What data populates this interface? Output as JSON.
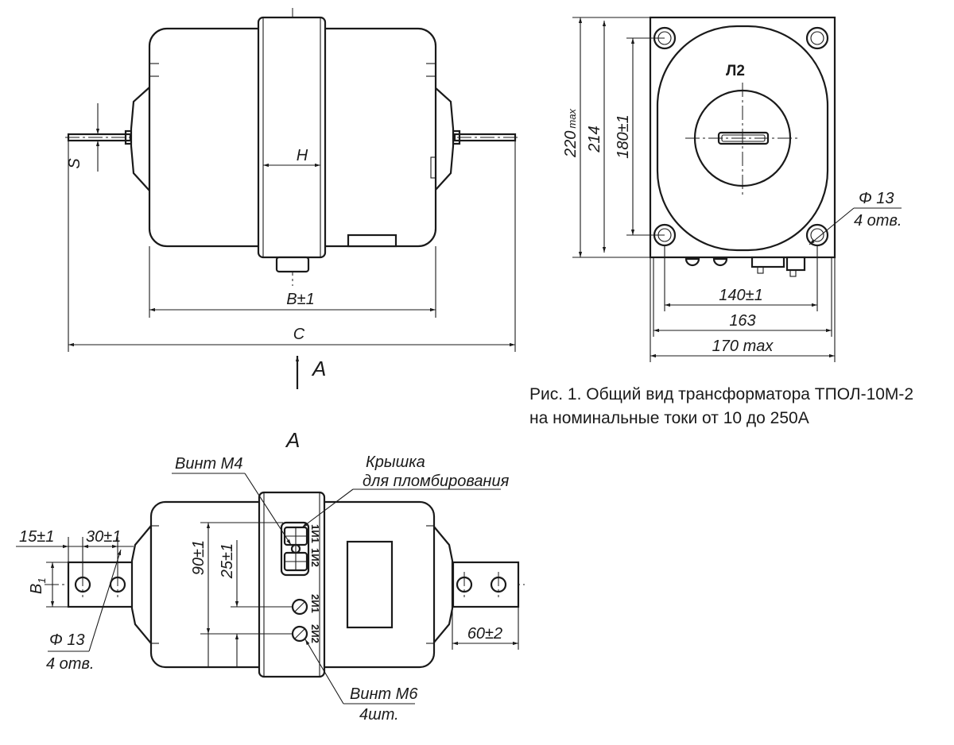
{
  "caption": {
    "line1": "Рис. 1. Общий вид трансформатора ТПОЛ-10М-2",
    "line2": "на номинальные токи от 10 до 250А"
  },
  "side_view": {
    "dim_s": "S",
    "dim_h": "H",
    "dim_b": "B±1",
    "dim_c": "C",
    "view_arrow": "A"
  },
  "front_view": {
    "marking": "Л2",
    "dim_220": "220",
    "dim_220_suffix": "max",
    "dim_214": "214",
    "dim_180": "180±1",
    "dim_140": "140±1",
    "dim_163": "163",
    "dim_170": "170 max",
    "hole_dia": "Φ 13",
    "hole_count": "4 отв."
  },
  "view_a": {
    "title": "A",
    "screw_m4": "Винт М4",
    "cover_line1": "Крышка",
    "cover_line2": "для пломбирования",
    "dim_15": "15±1",
    "dim_30": "30±1",
    "dim_b1": "B",
    "dim_b1_sub": "1",
    "dim_90": "90±1",
    "dim_25": "25±1",
    "dim_60": "60±2",
    "hole_dia": "Φ 13",
    "hole_count": "4 отв.",
    "screw_m6": "Винт М6",
    "screw_m6_count": "4шт.",
    "terminal_1i1": "1И1",
    "terminal_1i2": "1И2",
    "terminal_2i1": "2И1",
    "terminal_2i2": "2И2"
  }
}
